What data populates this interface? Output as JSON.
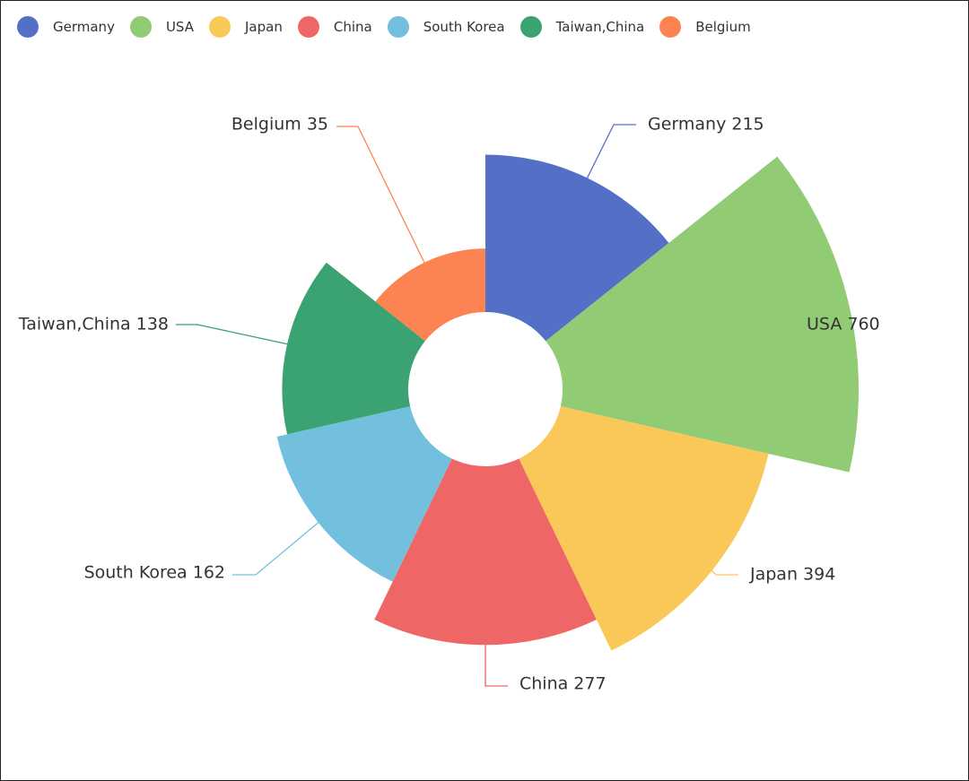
{
  "chart_data": {
    "type": "pie",
    "variant": "nightingale-rose",
    "categories": [
      "Germany",
      "USA",
      "Japan",
      "China",
      "South Korea",
      "Taiwan,China",
      "Belgium"
    ],
    "values": [
      215,
      760,
      394,
      277,
      162,
      138,
      35
    ],
    "labels": [
      "Germany 215",
      "USA 760",
      "Japan 394",
      "China 277",
      "South Korea 162",
      "Taiwan,China 138",
      "Belgium 35"
    ],
    "colors": [
      "#5470c6",
      "#91cc75",
      "#fac858",
      "#ee6666",
      "#73c0de",
      "#3ba272",
      "#fc8452"
    ],
    "legend_position": "top-left"
  },
  "legend": {
    "items": [
      {
        "label": "Germany",
        "color": "#5470c6"
      },
      {
        "label": "USA",
        "color": "#91cc75"
      },
      {
        "label": "Japan",
        "color": "#fac858"
      },
      {
        "label": "China",
        "color": "#ee6666"
      },
      {
        "label": "South Korea",
        "color": "#73c0de"
      },
      {
        "label": "Taiwan,China",
        "color": "#3ba272"
      },
      {
        "label": "Belgium",
        "color": "#fc8452"
      }
    ]
  }
}
